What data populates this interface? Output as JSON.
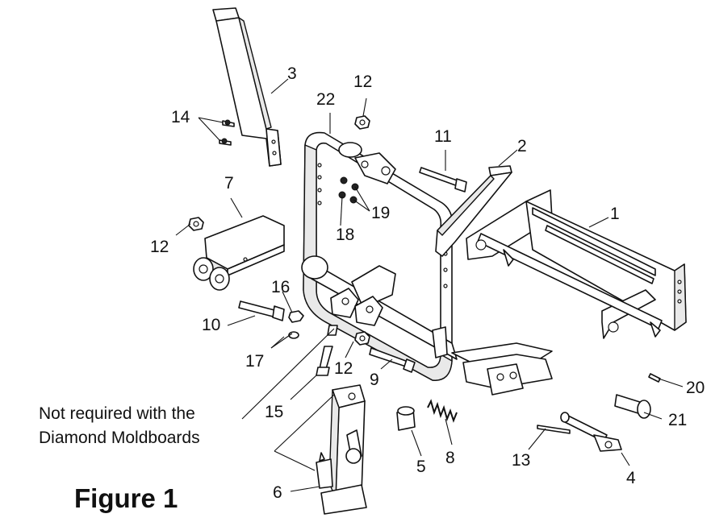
{
  "figure_title": "Figure 1",
  "note": {
    "line1": "Not required with the",
    "line2": "Diamond Moldboards"
  },
  "callouts": [
    "1",
    "2",
    "3",
    "4",
    "5",
    "6",
    "7",
    "8",
    "9",
    "10",
    "11",
    "12",
    "12",
    "12",
    "13",
    "14",
    "15",
    "16",
    "17",
    "18",
    "19",
    "20",
    "21",
    "22"
  ],
  "colors": {
    "line": "#111111",
    "background": "#ffffff"
  }
}
